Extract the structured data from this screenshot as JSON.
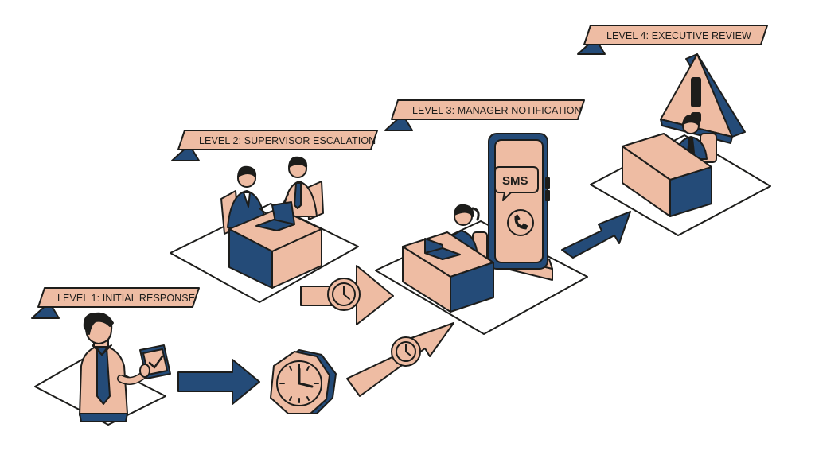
{
  "colors": {
    "navy": "#244b78",
    "peach": "#eebca3",
    "outline": "#1d1d1b",
    "background": "#ffffff"
  },
  "levels": [
    {
      "label": "LEVEL 1: INITIAL RESPONSE"
    },
    {
      "label": "LEVEL 2: SUPERVISOR ESCALATION"
    },
    {
      "label": "LEVEL 3: MANAGER NOTIFICATION"
    },
    {
      "label": "LEVEL 4: EXECUTIVE REVIEW"
    }
  ],
  "phone": {
    "message_label": "SMS",
    "icons": [
      "sms-bubble-icon",
      "phone-call-icon"
    ]
  },
  "icons": [
    "tablet-check-icon",
    "clock-icon",
    "arrow-right-icon",
    "warning-triangle-icon",
    "laptop-icon"
  ]
}
